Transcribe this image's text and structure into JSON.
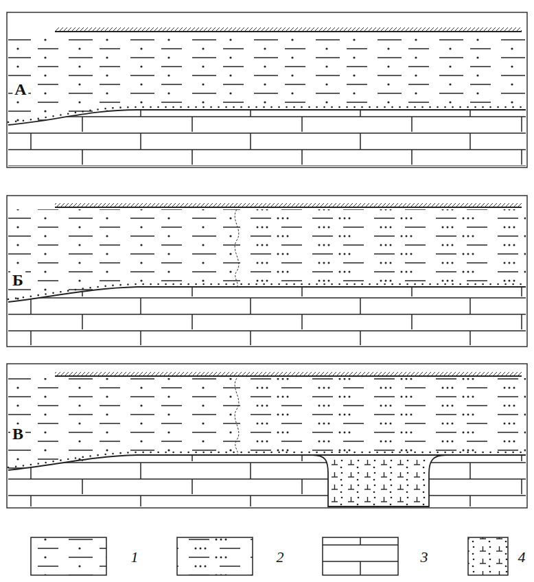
{
  "diagram": {
    "labels": [
      "А",
      "Б",
      "В"
    ],
    "legend": [
      {
        "text": "1"
      },
      {
        "text": "2"
      },
      {
        "text": "3"
      },
      {
        "text": "4"
      }
    ]
  }
}
